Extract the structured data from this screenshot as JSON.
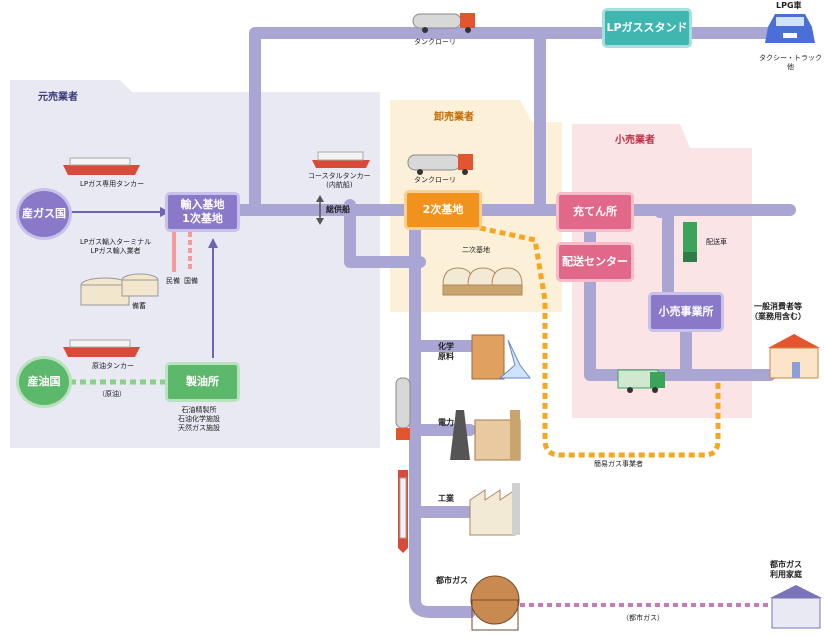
{
  "zones": {
    "importer": "元売業者",
    "wholesaler": "卸売業者",
    "retailer": "小売業者"
  },
  "nodes": {
    "gas_country": "産ガス国",
    "oil_country": "産油国",
    "import_base": "輸入基地\n1次基地",
    "refinery": "製油所",
    "secondary_base": "2次基地",
    "filling_station": "充てん所",
    "delivery_center": "配送センター",
    "small_retailer": "小売事業所",
    "lpg_stand": "LPガススタンド"
  },
  "labels": {
    "tank_lorry_top": "タンクローリ",
    "lpg_car": "LPG車",
    "taxi_truck": "タクシー・トラック他",
    "lp_tanker": "LPガス専用タンカー",
    "terminal": "LPガス輸入ターミナル\nLPガス輸入業者",
    "private_stock": "民備",
    "national_stock": "国備",
    "stockpile": "備蓄",
    "crude_tanker": "原油タンカー",
    "crude_oil": "（原油）",
    "refinery_types": "石油精製所\n石油化学施設\n天然ガス施設",
    "coastal_tanker": "コースタルタンカー\n(内航船)",
    "tank_lorry_mid": "タンクローリ",
    "supply_ship": "総供船",
    "secondary_base_img": "二次基地",
    "delivery_truck": "配送車",
    "general_consumer": "一般消費者等\n（業務用含む）",
    "chemical": "化学\n原料",
    "power": "電力",
    "industry": "工業",
    "city_gas": "都市ガス",
    "simple_gas": "簡易ガス事業者",
    "city_gas_pipe": "（都市ガス）",
    "city_gas_home": "都市ガス\n利用家庭"
  },
  "colors": {
    "pipe": "#a9a6d4",
    "purple_node": "#8a78c8",
    "green_node": "#5cb86a",
    "orange_node": "#f0921c",
    "pink_node": "#e2688a",
    "teal_node": "#3fb7b0",
    "orange_dash": "#f5a623"
  }
}
